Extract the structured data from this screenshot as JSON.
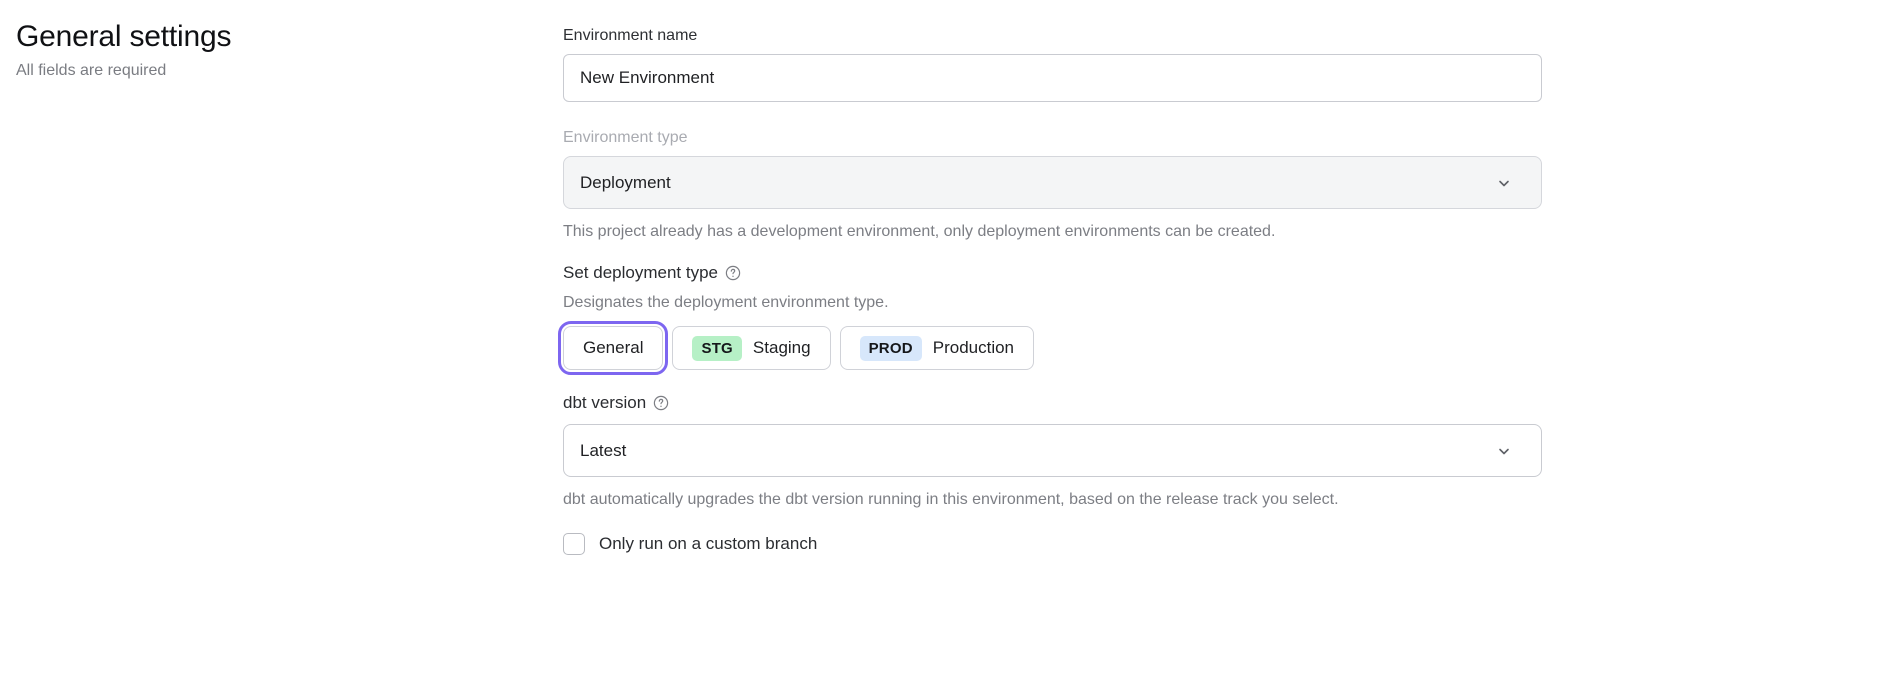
{
  "header": {
    "title": "General settings",
    "subtitle": "All fields are required"
  },
  "form": {
    "environment_name": {
      "label": "Environment name",
      "value": "New Environment",
      "placeholder": "Environment name"
    },
    "environment_type": {
      "label": "Environment type",
      "value": "Deployment",
      "help_text": "This project already has a development environment, only deployment environments can be created.",
      "chevron_icon": "chevron-down-icon"
    },
    "deployment_type": {
      "label": "Set deployment type",
      "help_icon": "question-circle-icon",
      "description": "Designates the deployment environment type.",
      "options": [
        {
          "label": "General",
          "badge": "",
          "badge_color": "",
          "selected": true
        },
        {
          "label": "Staging",
          "badge": "STG",
          "badge_color": "#b6f0c6",
          "selected": false
        },
        {
          "label": "Production",
          "badge": "PROD",
          "badge_color": "#d7e7fb",
          "selected": false
        }
      ],
      "selected_outline_color": "#7d66f0"
    },
    "dbt_version": {
      "label": "dbt version",
      "help_icon": "question-circle-icon",
      "value": "Latest",
      "help_text": "dbt automatically upgrades the dbt version running in this environment, based on the release track you select.",
      "chevron_icon": "chevron-down-icon"
    },
    "custom_branch": {
      "label": "Only run on a custom branch",
      "checked": false
    }
  }
}
